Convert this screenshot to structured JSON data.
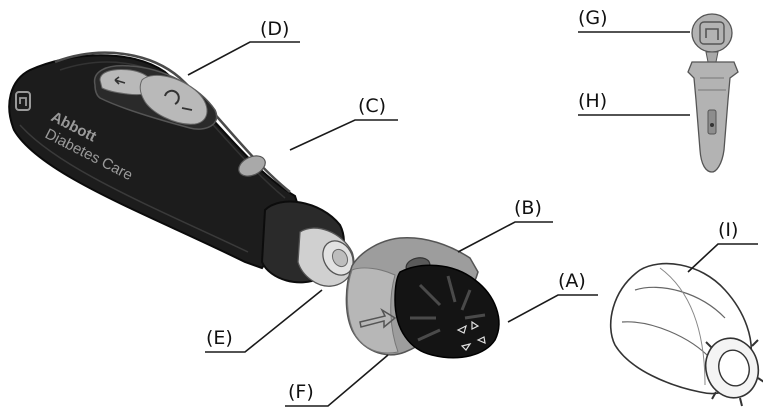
{
  "callouts": {
    "a": "(A)",
    "b": "(B)",
    "c": "(C)",
    "d": "(D)",
    "e": "(E)",
    "f": "(F)",
    "g": "(G)",
    "h": "(H)",
    "i": "(I)"
  },
  "device_branding": {
    "brand": "Abbott",
    "subbrand": "Diabetes Care"
  },
  "colors": {
    "body": "#1c1c1c",
    "body_highlight": "#3a3a3a",
    "button_gray": "#b9b9b9",
    "cap_gray": "#9d9d9d",
    "tip_black": "#141414",
    "lancet_gray": "#b3b3b3",
    "line": "#1a1a1a"
  }
}
